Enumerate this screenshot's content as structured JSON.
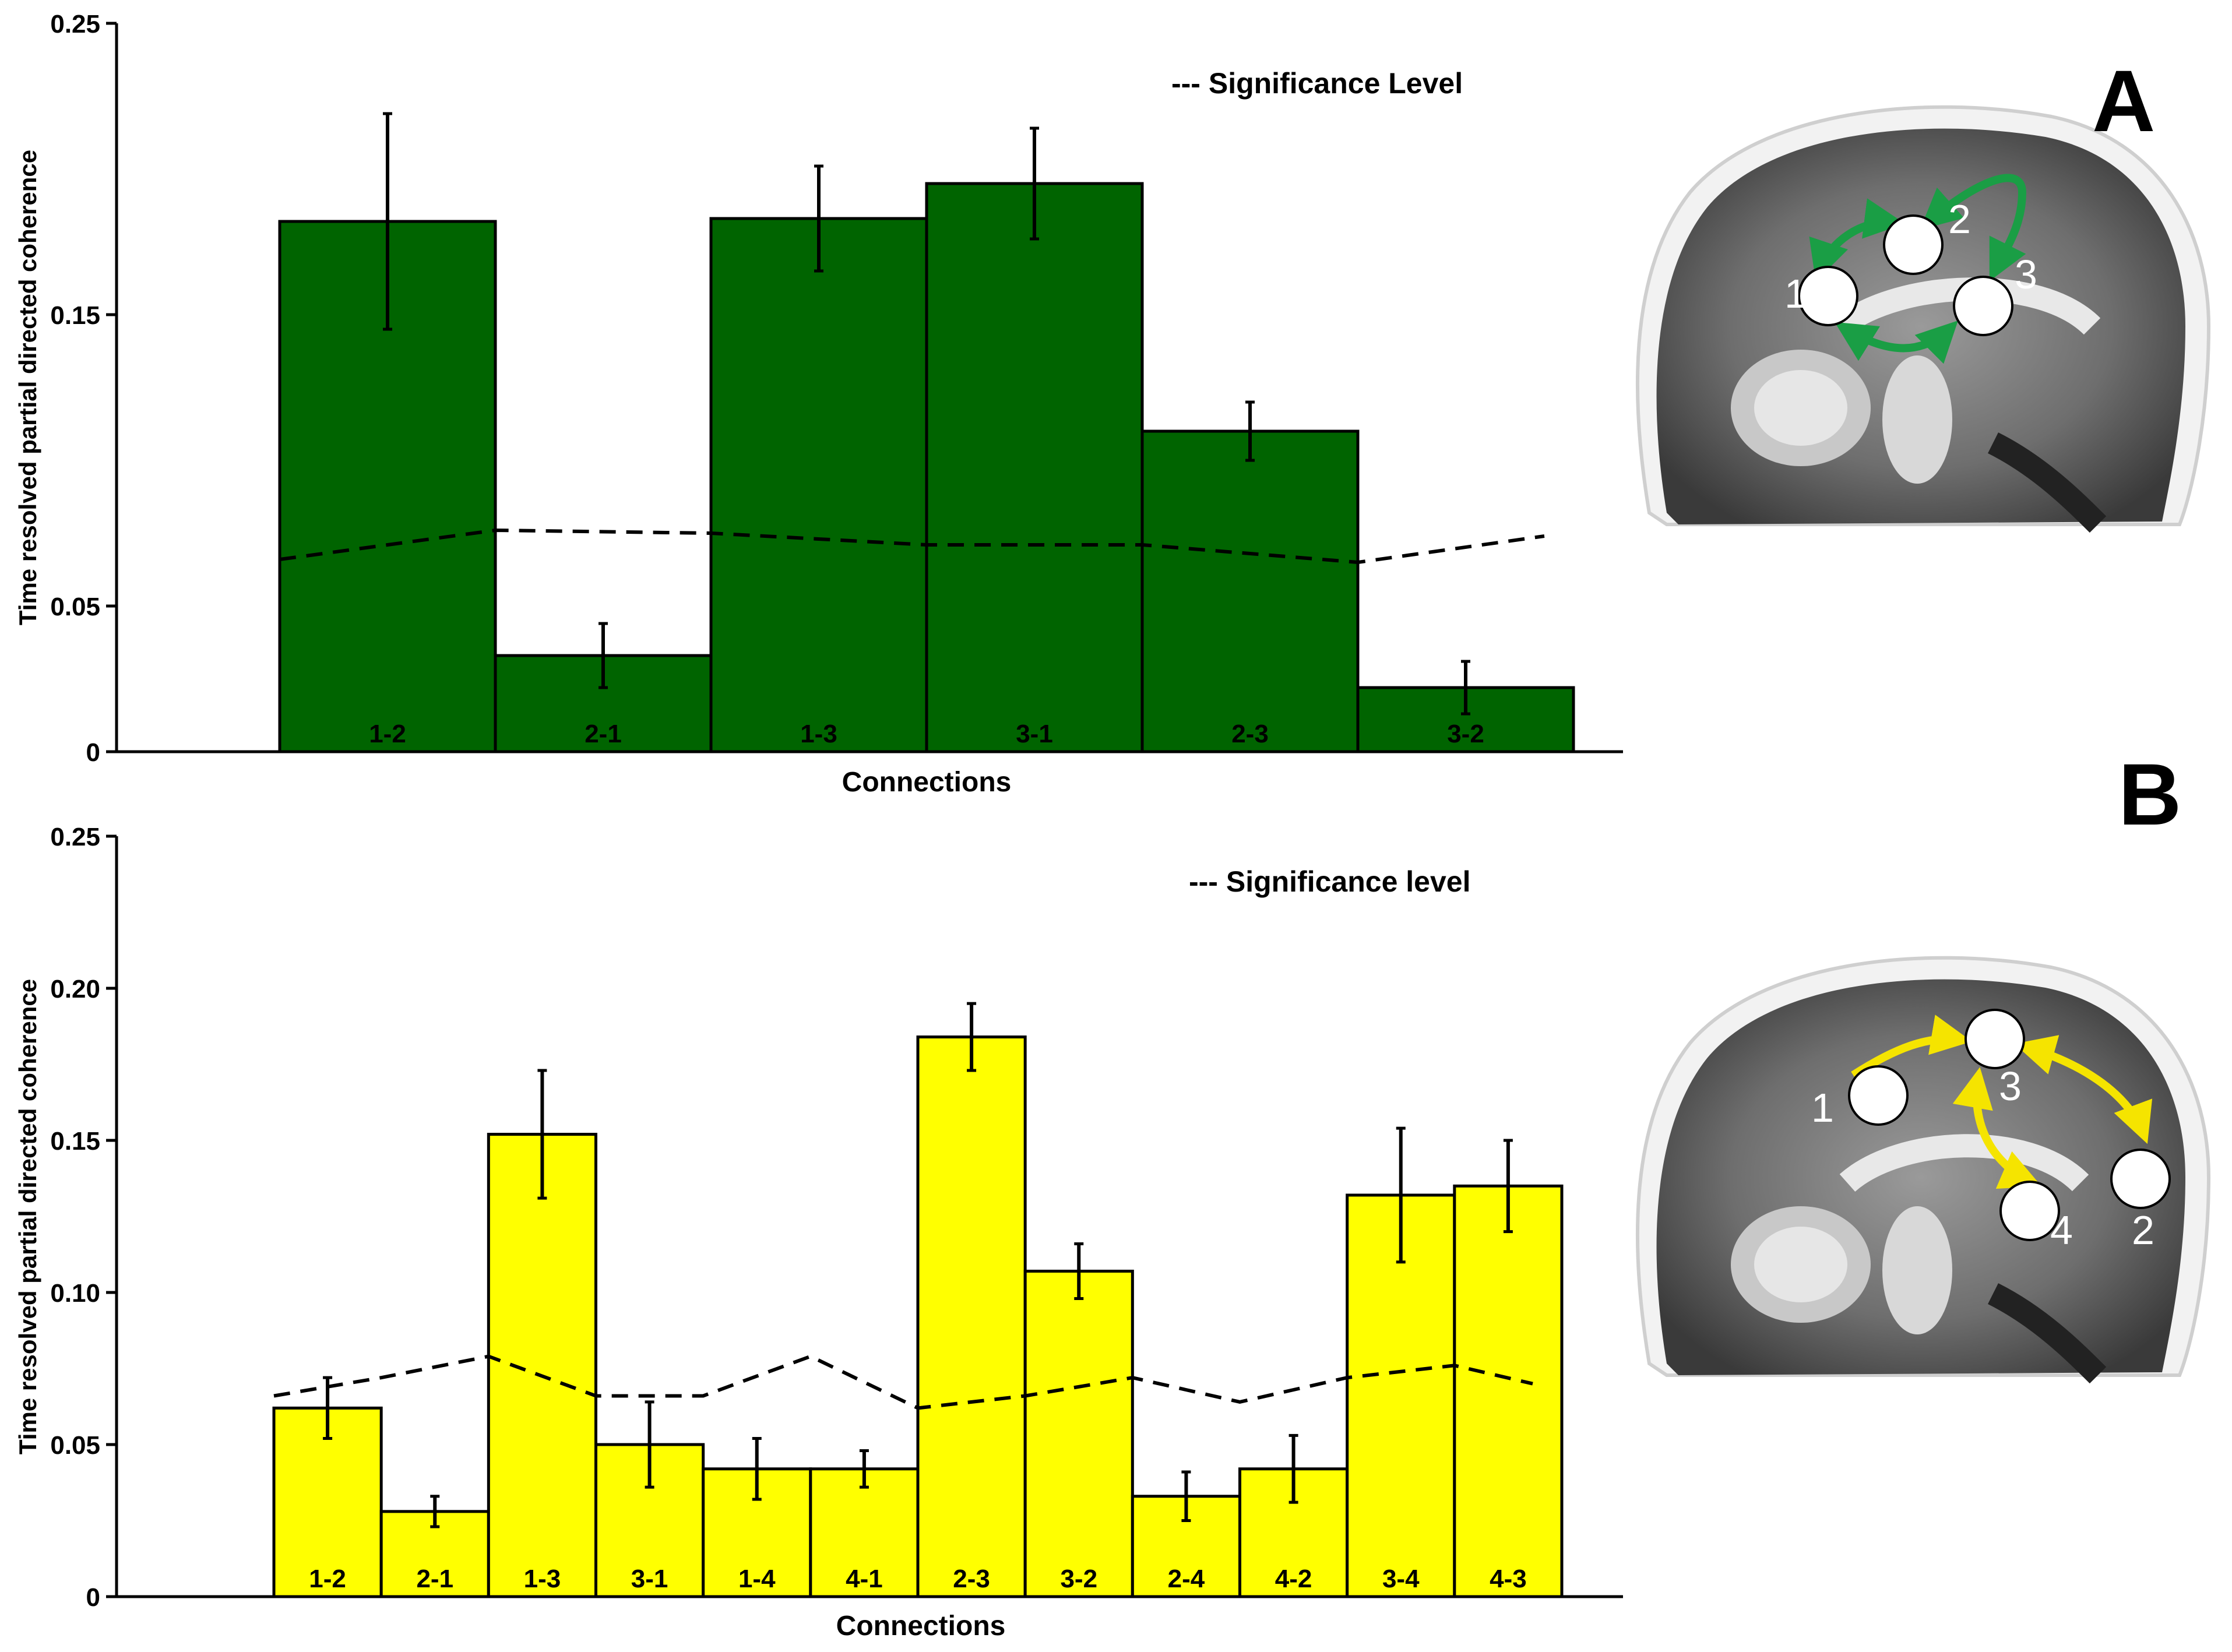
{
  "chart_data": [
    {
      "panel": "A",
      "type": "bar",
      "ylabel": "Time resolved partial directed coherence",
      "xlabel": "Connections",
      "legend": "--- Significance Level",
      "legend_position": "top-right",
      "ylim": [
        0,
        0.25
      ],
      "yticks": [
        "0",
        "0.05",
        "0.15",
        "0.25"
      ],
      "ytick_values": [
        0,
        0.05,
        0.15,
        0.25
      ],
      "categories": [
        "1-2",
        "2-1",
        "1-3",
        "3-1",
        "2-3",
        "3-2"
      ],
      "values": [
        0.182,
        0.033,
        0.183,
        0.195,
        0.11,
        0.022
      ],
      "errors": [
        0.037,
        0.011,
        0.018,
        0.019,
        0.01,
        0.009
      ],
      "significance": [
        0.066,
        0.076,
        0.075,
        0.071,
        0.071,
        0.065,
        0.074
      ],
      "bar_color": "#006400",
      "grid": false
    },
    {
      "panel": "B",
      "type": "bar",
      "ylabel": "Time resolved partial directed coherence",
      "xlabel": "Connections",
      "legend": "--- Significance level",
      "legend_position": "top-right",
      "ylim": [
        0,
        0.25
      ],
      "yticks": [
        "0",
        "0.05",
        "0.10",
        "0.15",
        "0.20",
        "0.25"
      ],
      "ytick_values": [
        0,
        0.05,
        0.1,
        0.15,
        0.2,
        0.25
      ],
      "categories": [
        "1-2",
        "2-1",
        "1-3",
        "3-1",
        "1-4",
        "4-1",
        "2-3",
        "3-2",
        "2-4",
        "4-2",
        "3-4",
        "4-3"
      ],
      "values": [
        0.062,
        0.028,
        0.152,
        0.05,
        0.042,
        0.042,
        0.184,
        0.107,
        0.033,
        0.042,
        0.132,
        0.135
      ],
      "errors": [
        0.01,
        0.005,
        0.021,
        0.014,
        0.01,
        0.006,
        0.011,
        0.009,
        0.008,
        0.011,
        0.022,
        0.015
      ],
      "significance": [
        0.066,
        0.072,
        0.079,
        0.066,
        0.066,
        0.079,
        0.062,
        0.066,
        0.072,
        0.064,
        0.072,
        0.076,
        0.07
      ],
      "bar_color": "#ffff00",
      "grid": false
    }
  ],
  "panels": {
    "a": {
      "letter": "A",
      "node_labels": [
        "1",
        "2",
        "3"
      ],
      "arrow_color": "#1a9e45"
    },
    "b": {
      "letter": "B",
      "node_labels": [
        "1",
        "3",
        "4",
        "2"
      ],
      "arrow_color": "#f5e400"
    }
  }
}
